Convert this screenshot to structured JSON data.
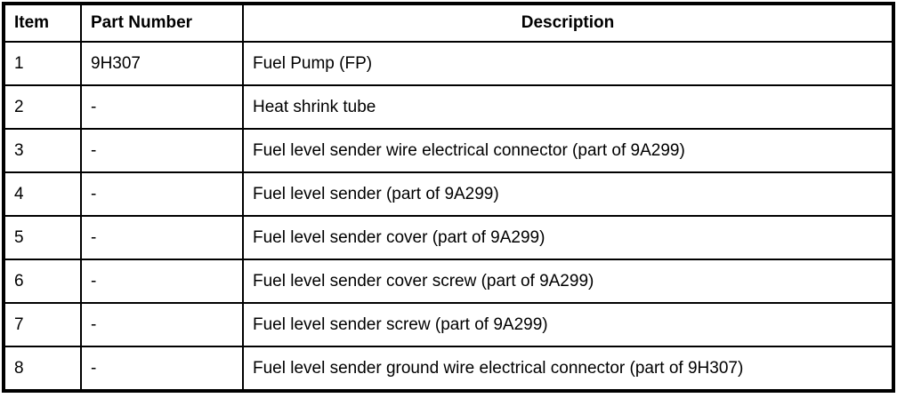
{
  "table": {
    "headers": {
      "item": "Item",
      "part_number": "Part Number",
      "description": "Description"
    },
    "rows": [
      {
        "item": "1",
        "part_number": "9H307",
        "description": "Fuel Pump (FP)"
      },
      {
        "item": "2",
        "part_number": "-",
        "description": "Heat shrink tube"
      },
      {
        "item": "3",
        "part_number": "-",
        "description": "Fuel level sender wire electrical connector (part of 9A299)"
      },
      {
        "item": "4",
        "part_number": "-",
        "description": "Fuel level sender (part of 9A299)"
      },
      {
        "item": "5",
        "part_number": "-",
        "description": "Fuel level sender cover (part of 9A299)"
      },
      {
        "item": "6",
        "part_number": "-",
        "description": "Fuel level sender cover screw (part of 9A299)"
      },
      {
        "item": "7",
        "part_number": "-",
        "description": "Fuel level sender screw (part of 9A299)"
      },
      {
        "item": "8",
        "part_number": "-",
        "description": "Fuel level sender ground wire electrical connector (part of 9H307)"
      }
    ],
    "colors": {
      "border": "#000000",
      "background": "#ffffff",
      "text": "#000000"
    }
  }
}
